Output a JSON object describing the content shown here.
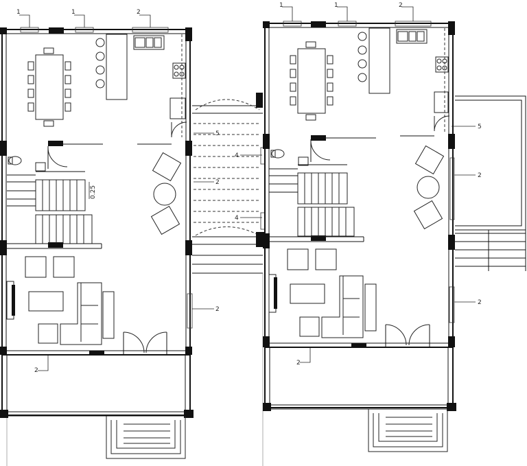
{
  "labels": {
    "a": "1",
    "b": "1",
    "c": "2",
    "d": "1",
    "e": "1",
    "f": "2",
    "g": "5",
    "h": "4",
    "i": "2",
    "j": "4",
    "k": "2",
    "l": "2",
    "m": "5",
    "n": "2",
    "o": "2",
    "p": "2",
    "dim": "0.25"
  }
}
